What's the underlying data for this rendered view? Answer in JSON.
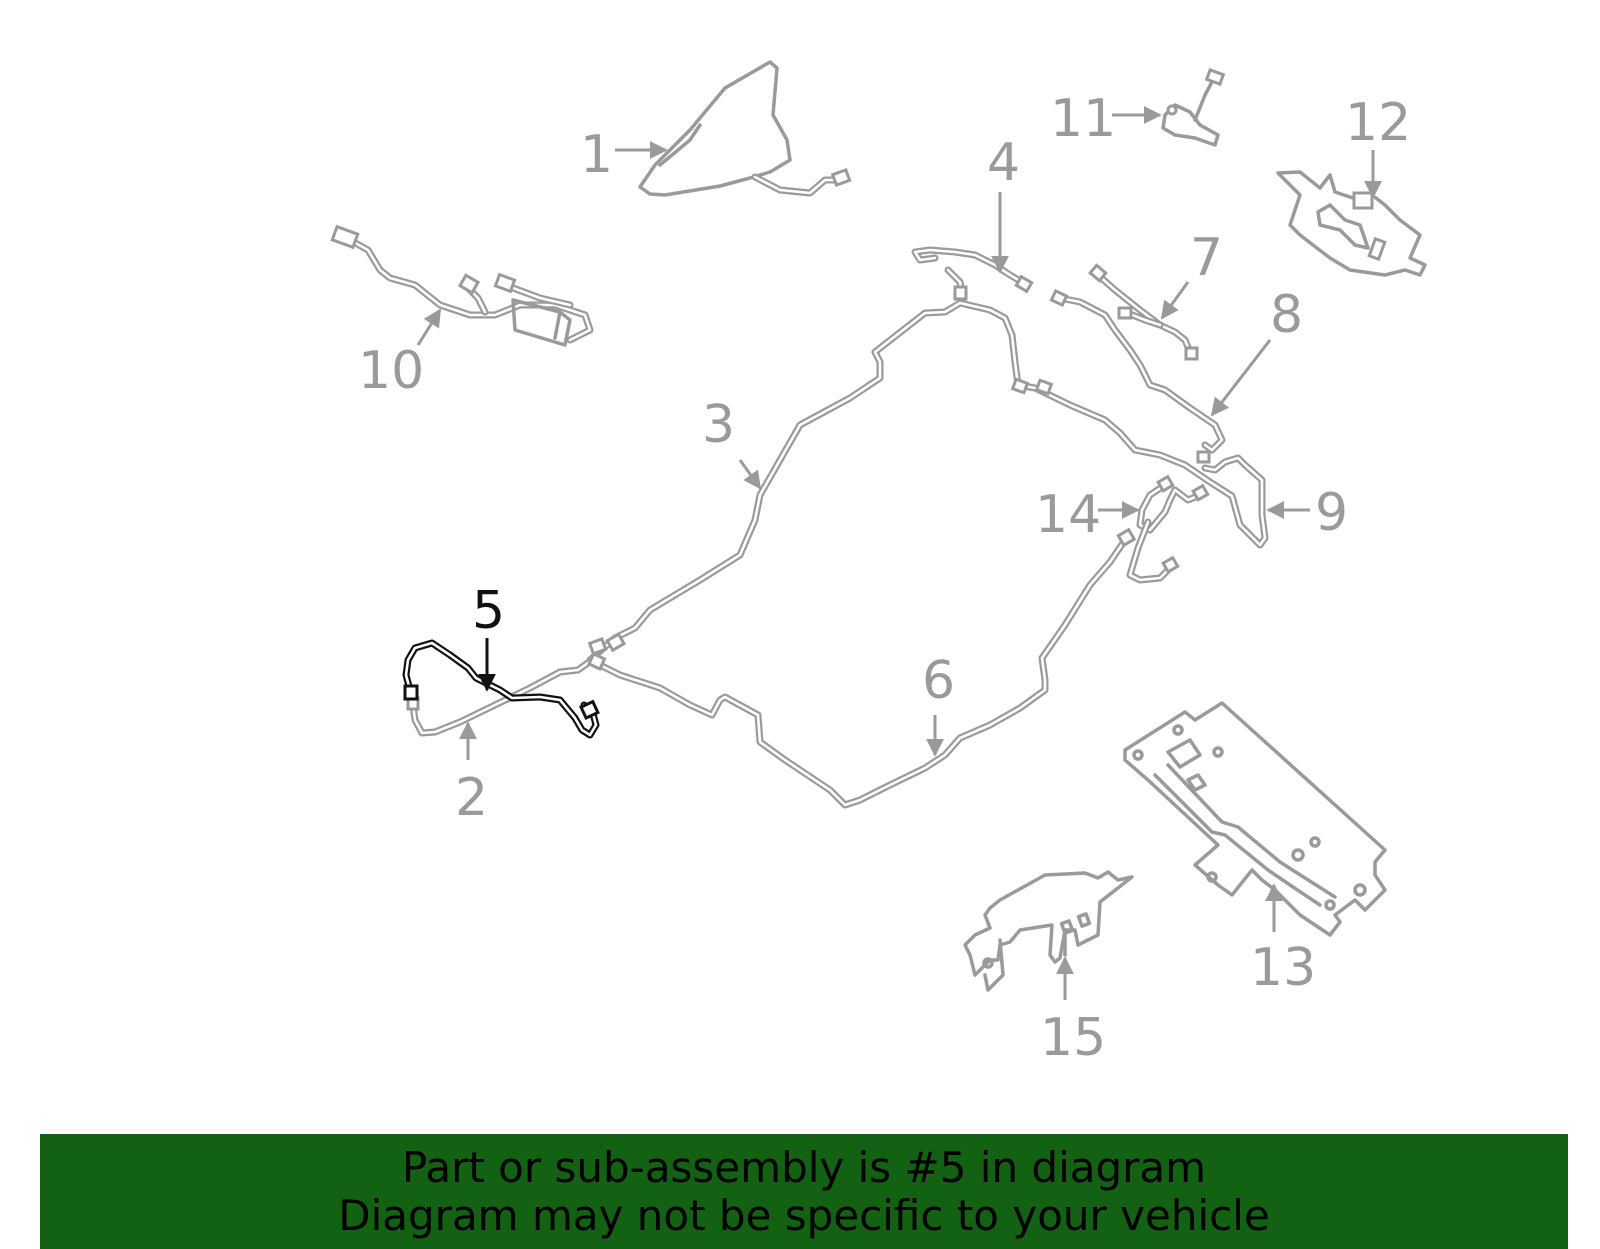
{
  "colors": {
    "part_gray": "#9a9a9a",
    "highlight_black": "#111111",
    "banner_green": "#136112",
    "banner_text": "#000000"
  },
  "callouts": {
    "c1": "1",
    "c2": "2",
    "c3": "3",
    "c4": "4",
    "c5": "5",
    "c6": "6",
    "c7": "7",
    "c8": "8",
    "c9": "9",
    "c10": "10",
    "c11": "11",
    "c12": "12",
    "c13": "13",
    "c14": "14",
    "c15": "15"
  },
  "highlighted_part": "5",
  "banner": {
    "line1": "Part or sub-assembly is #5 in diagram",
    "line2": "Diagram may not be specific to your vehicle"
  }
}
